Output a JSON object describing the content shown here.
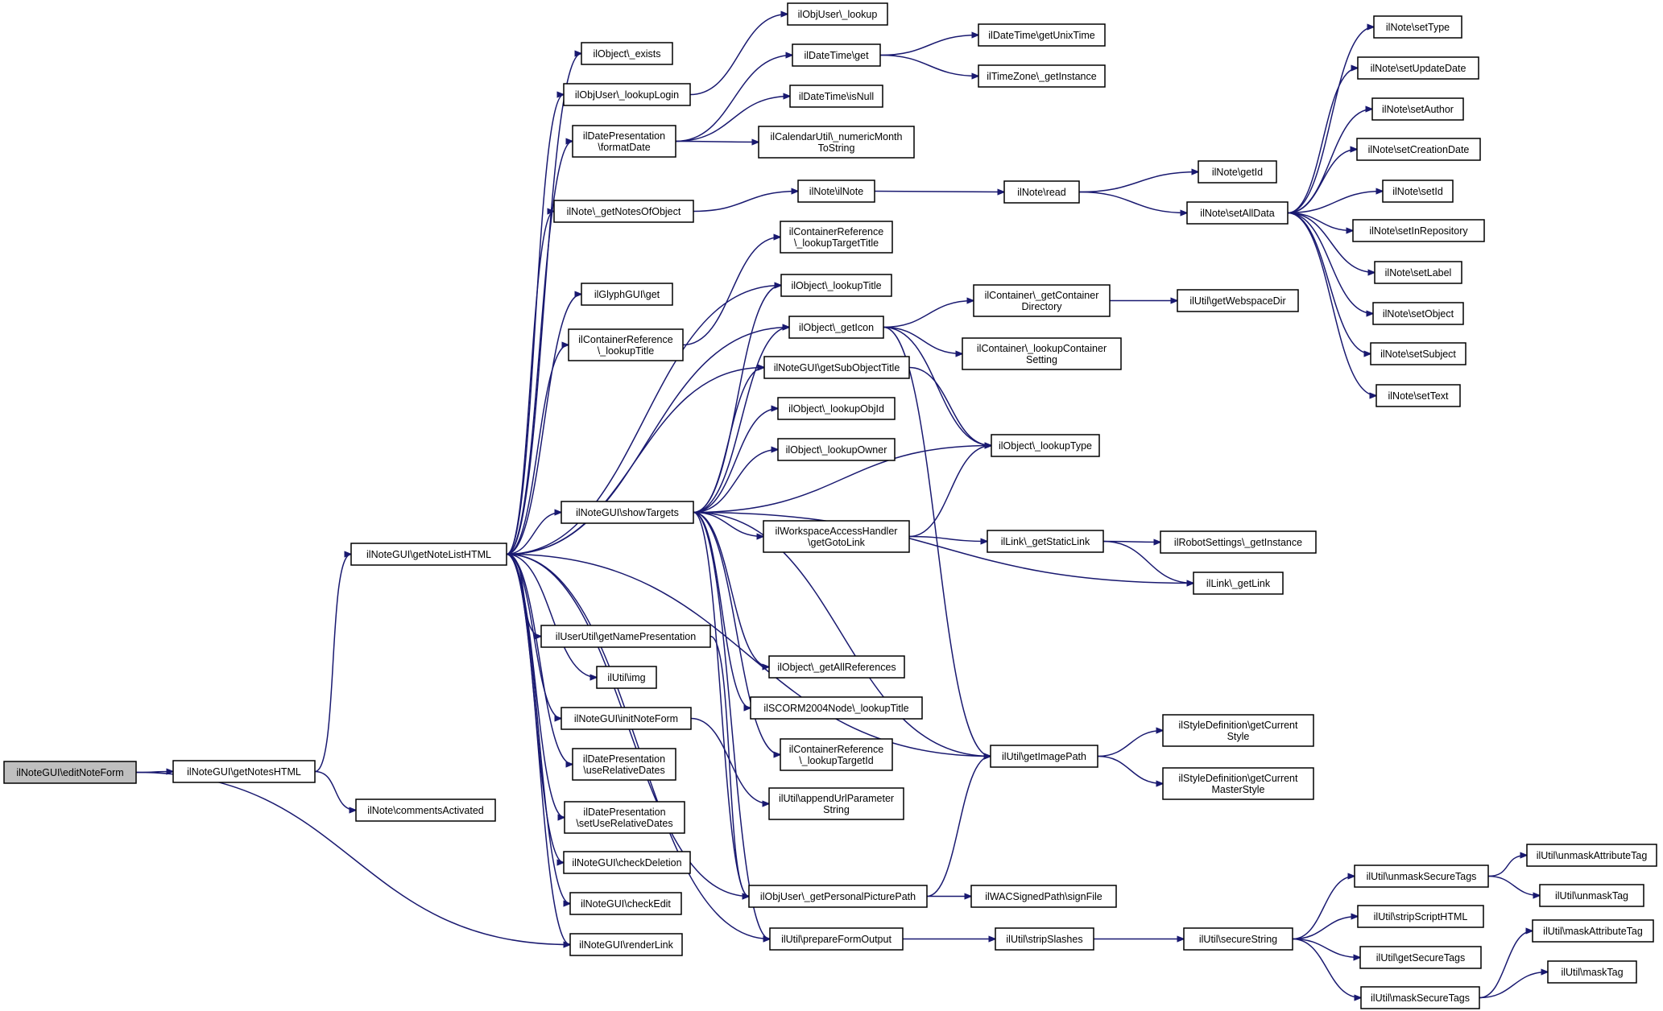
{
  "root": "editNoteForm",
  "nodes": [
    {
      "id": "editNoteForm",
      "label": "ilNoteGUI\\editNoteForm",
      "root": true
    },
    {
      "id": "getNotesHTML",
      "label": "ilNoteGUI\\getNotesHTML"
    },
    {
      "id": "getNoteListHTML",
      "label": "ilNoteGUI\\getNoteListHTML"
    },
    {
      "id": "commentsActivated",
      "label": "ilNote\\commentsActivated"
    },
    {
      "id": "exists",
      "label": "ilObject\\_exists"
    },
    {
      "id": "lookupLogin",
      "label": "ilObjUser\\_lookupLogin"
    },
    {
      "id": "formatDate",
      "label": "ilDatePresentation\n\\formatDate"
    },
    {
      "id": "getNotesOfObject",
      "label": "ilNote\\_getNotesOfObject"
    },
    {
      "id": "glyphGet",
      "label": "ilGlyphGUI\\get"
    },
    {
      "id": "crLookupTitle",
      "label": "ilContainerReference\n\\_lookupTitle"
    },
    {
      "id": "showTargets",
      "label": "ilNoteGUI\\showTargets"
    },
    {
      "id": "getNamePresentation",
      "label": "ilUserUtil\\getNamePresentation"
    },
    {
      "id": "utilImg",
      "label": "ilUtil\\img"
    },
    {
      "id": "initNoteForm",
      "label": "ilNoteGUI\\initNoteForm"
    },
    {
      "id": "useRelativeDates",
      "label": "ilDatePresentation\n\\useRelativeDates"
    },
    {
      "id": "setUseRelativeDates",
      "label": "ilDatePresentation\n\\setUseRelativeDates"
    },
    {
      "id": "checkDeletion",
      "label": "ilNoteGUI\\checkDeletion"
    },
    {
      "id": "checkEdit",
      "label": "ilNoteGUI\\checkEdit"
    },
    {
      "id": "renderLink",
      "label": "ilNoteGUI\\renderLink"
    },
    {
      "id": "userLookup",
      "label": "ilObjUser\\_lookup"
    },
    {
      "id": "dtGet",
      "label": "ilDateTime\\get"
    },
    {
      "id": "dtIsNull",
      "label": "ilDateTime\\isNull"
    },
    {
      "id": "numericMonth",
      "label": "ilCalendarUtil\\_numericMonth\nToString"
    },
    {
      "id": "noteCtor",
      "label": "ilNote\\ilNote"
    },
    {
      "id": "crLookupTargetTitle",
      "label": "ilContainerReference\n\\_lookupTargetTitle"
    },
    {
      "id": "objLookupTitle",
      "label": "ilObject\\_lookupTitle"
    },
    {
      "id": "objGetIcon",
      "label": "ilObject\\_getIcon"
    },
    {
      "id": "getSubObjectTitle",
      "label": "ilNoteGUI\\getSubObjectTitle"
    },
    {
      "id": "lookupObjId",
      "label": "ilObject\\_lookupObjId"
    },
    {
      "id": "lookupOwner",
      "label": "ilObject\\_lookupOwner"
    },
    {
      "id": "getGotoLink",
      "label": "ilWorkspaceAccessHandler\n\\getGotoLink"
    },
    {
      "id": "getAllReferences",
      "label": "ilObject\\_getAllReferences"
    },
    {
      "id": "scormLookupTitle",
      "label": "ilSCORM2004Node\\_lookupTitle"
    },
    {
      "id": "crLookupTargetId",
      "label": "ilContainerReference\n\\_lookupTargetId"
    },
    {
      "id": "appendUrlParameter",
      "label": "ilUtil\\appendUrlParameter\nString"
    },
    {
      "id": "getPersonalPicturePath",
      "label": "ilObjUser\\_getPersonalPicturePath"
    },
    {
      "id": "prepareFormOutput",
      "label": "ilUtil\\prepareFormOutput"
    },
    {
      "id": "getUnixTime",
      "label": "ilDateTime\\getUnixTime"
    },
    {
      "id": "tzGetInstance",
      "label": "ilTimeZone\\_getInstance"
    },
    {
      "id": "noteRead",
      "label": "ilNote\\read"
    },
    {
      "id": "getContainerDirectory",
      "label": "ilContainer\\_getContainer\nDirectory"
    },
    {
      "id": "lookupContainerSetting",
      "label": "ilContainer\\_lookupContainer\nSetting"
    },
    {
      "id": "lookupType",
      "label": "ilObject\\_lookupType"
    },
    {
      "id": "getStaticLink",
      "label": "ilLink\\_getStaticLink"
    },
    {
      "id": "getImagePath",
      "label": "ilUtil\\getImagePath"
    },
    {
      "id": "signFile",
      "label": "ilWACSignedPath\\signFile"
    },
    {
      "id": "stripSlashes",
      "label": "ilUtil\\stripSlashes"
    },
    {
      "id": "noteGetId",
      "label": "ilNote\\getId"
    },
    {
      "id": "setAllData",
      "label": "ilNote\\setAllData"
    },
    {
      "id": "getWebspaceDir",
      "label": "ilUtil\\getWebspaceDir"
    },
    {
      "id": "robotGetInstance",
      "label": "ilRobotSettings\\_getInstance"
    },
    {
      "id": "linkGetLink",
      "label": "ilLink\\_getLink"
    },
    {
      "id": "getCurrentStyle",
      "label": "ilStyleDefinition\\getCurrent\nStyle"
    },
    {
      "id": "getCurrentMasterStyle",
      "label": "ilStyleDefinition\\getCurrent\nMasterStyle"
    },
    {
      "id": "secureString",
      "label": "ilUtil\\secureString"
    },
    {
      "id": "setType",
      "label": "ilNote\\setType"
    },
    {
      "id": "setUpdateDate",
      "label": "ilNote\\setUpdateDate"
    },
    {
      "id": "setAuthor",
      "label": "ilNote\\setAuthor"
    },
    {
      "id": "setCreationDate",
      "label": "ilNote\\setCreationDate"
    },
    {
      "id": "setId",
      "label": "ilNote\\setId"
    },
    {
      "id": "setInRepository",
      "label": "ilNote\\setInRepository"
    },
    {
      "id": "setLabel",
      "label": "ilNote\\setLabel"
    },
    {
      "id": "setObject",
      "label": "ilNote\\setObject"
    },
    {
      "id": "setSubject",
      "label": "ilNote\\setSubject"
    },
    {
      "id": "setText",
      "label": "ilNote\\setText"
    },
    {
      "id": "unmaskSecureTags",
      "label": "ilUtil\\unmaskSecureTags"
    },
    {
      "id": "stripScriptHTML",
      "label": "ilUtil\\stripScriptHTML"
    },
    {
      "id": "getSecureTags",
      "label": "ilUtil\\getSecureTags"
    },
    {
      "id": "maskSecureTags",
      "label": "ilUtil\\maskSecureTags"
    },
    {
      "id": "unmaskAttributeTag",
      "label": "ilUtil\\unmaskAttributeTag"
    },
    {
      "id": "unmaskTag",
      "label": "ilUtil\\unmaskTag"
    },
    {
      "id": "maskAttributeTag",
      "label": "ilUtil\\maskAttributeTag"
    },
    {
      "id": "maskTag",
      "label": "ilUtil\\maskTag"
    }
  ],
  "edges": [
    [
      "editNoteForm",
      "getNotesHTML"
    ],
    [
      "editNoteForm",
      "renderLink"
    ],
    [
      "getNotesHTML",
      "getNoteListHTML"
    ],
    [
      "getNotesHTML",
      "commentsActivated"
    ],
    [
      "getNoteListHTML",
      "exists"
    ],
    [
      "getNoteListHTML",
      "lookupLogin"
    ],
    [
      "getNoteListHTML",
      "formatDate"
    ],
    [
      "getNoteListHTML",
      "getNotesOfObject"
    ],
    [
      "getNoteListHTML",
      "glyphGet"
    ],
    [
      "getNoteListHTML",
      "crLookupTitle"
    ],
    [
      "getNoteListHTML",
      "showTargets"
    ],
    [
      "getNoteListHTML",
      "getNamePresentation"
    ],
    [
      "getNoteListHTML",
      "utilImg"
    ],
    [
      "getNoteListHTML",
      "initNoteForm"
    ],
    [
      "getNoteListHTML",
      "useRelativeDates"
    ],
    [
      "getNoteListHTML",
      "setUseRelativeDates"
    ],
    [
      "getNoteListHTML",
      "checkDeletion"
    ],
    [
      "getNoteListHTML",
      "checkEdit"
    ],
    [
      "getNoteListHTML",
      "renderLink"
    ],
    [
      "getNoteListHTML",
      "objLookupTitle"
    ],
    [
      "getNoteListHTML",
      "objGetIcon"
    ],
    [
      "getNoteListHTML",
      "getSubObjectTitle"
    ],
    [
      "getNoteListHTML",
      "getPersonalPicturePath"
    ],
    [
      "getNoteListHTML",
      "prepareFormOutput"
    ],
    [
      "getNoteListHTML",
      "getImagePath"
    ],
    [
      "lookupLogin",
      "userLookup"
    ],
    [
      "formatDate",
      "dtGet"
    ],
    [
      "formatDate",
      "dtIsNull"
    ],
    [
      "formatDate",
      "numericMonth"
    ],
    [
      "dtGet",
      "getUnixTime"
    ],
    [
      "dtGet",
      "tzGetInstance"
    ],
    [
      "getNotesOfObject",
      "noteCtor"
    ],
    [
      "noteCtor",
      "noteRead"
    ],
    [
      "noteRead",
      "noteGetId"
    ],
    [
      "noteRead",
      "setAllData"
    ],
    [
      "setAllData",
      "setType"
    ],
    [
      "setAllData",
      "setUpdateDate"
    ],
    [
      "setAllData",
      "setAuthor"
    ],
    [
      "setAllData",
      "setCreationDate"
    ],
    [
      "setAllData",
      "setId"
    ],
    [
      "setAllData",
      "setInRepository"
    ],
    [
      "setAllData",
      "setLabel"
    ],
    [
      "setAllData",
      "setObject"
    ],
    [
      "setAllData",
      "setSubject"
    ],
    [
      "setAllData",
      "setText"
    ],
    [
      "crLookupTitle",
      "crLookupTargetTitle"
    ],
    [
      "showTargets",
      "objLookupTitle"
    ],
    [
      "showTargets",
      "objGetIcon"
    ],
    [
      "showTargets",
      "getSubObjectTitle"
    ],
    [
      "showTargets",
      "lookupObjId"
    ],
    [
      "showTargets",
      "lookupOwner"
    ],
    [
      "showTargets",
      "lookupType"
    ],
    [
      "showTargets",
      "getGotoLink"
    ],
    [
      "showTargets",
      "linkGetLink"
    ],
    [
      "showTargets",
      "getAllReferences"
    ],
    [
      "showTargets",
      "scormLookupTitle"
    ],
    [
      "showTargets",
      "crLookupTargetId"
    ],
    [
      "showTargets",
      "getImagePath"
    ],
    [
      "showTargets",
      "getPersonalPicturePath"
    ],
    [
      "showTargets",
      "prepareFormOutput"
    ],
    [
      "objGetIcon",
      "getContainerDirectory"
    ],
    [
      "objGetIcon",
      "lookupContainerSetting"
    ],
    [
      "objGetIcon",
      "lookupType"
    ],
    [
      "objGetIcon",
      "getImagePath"
    ],
    [
      "getContainerDirectory",
      "getWebspaceDir"
    ],
    [
      "getSubObjectTitle",
      "lookupType"
    ],
    [
      "getGotoLink",
      "lookupType"
    ],
    [
      "getGotoLink",
      "getStaticLink"
    ],
    [
      "getStaticLink",
      "robotGetInstance"
    ],
    [
      "getStaticLink",
      "linkGetLink"
    ],
    [
      "getNamePresentation",
      "getPersonalPicturePath"
    ],
    [
      "initNoteForm",
      "appendUrlParameter"
    ],
    [
      "getPersonalPicturePath",
      "getImagePath"
    ],
    [
      "getPersonalPicturePath",
      "signFile"
    ],
    [
      "getImagePath",
      "getCurrentStyle"
    ],
    [
      "getImagePath",
      "getCurrentMasterStyle"
    ],
    [
      "prepareFormOutput",
      "stripSlashes"
    ],
    [
      "stripSlashes",
      "secureString"
    ],
    [
      "secureString",
      "unmaskSecureTags"
    ],
    [
      "secureString",
      "stripScriptHTML"
    ],
    [
      "secureString",
      "getSecureTags"
    ],
    [
      "secureString",
      "maskSecureTags"
    ],
    [
      "unmaskSecureTags",
      "unmaskAttributeTag"
    ],
    [
      "unmaskSecureTags",
      "unmaskTag"
    ],
    [
      "maskSecureTags",
      "maskAttributeTag"
    ],
    [
      "maskSecureTags",
      "maskTag"
    ]
  ],
  "colors": {
    "edge": "#191970",
    "node_border": "#000000",
    "node_fill": "#ffffff",
    "root_fill": "#bfbfbf"
  }
}
